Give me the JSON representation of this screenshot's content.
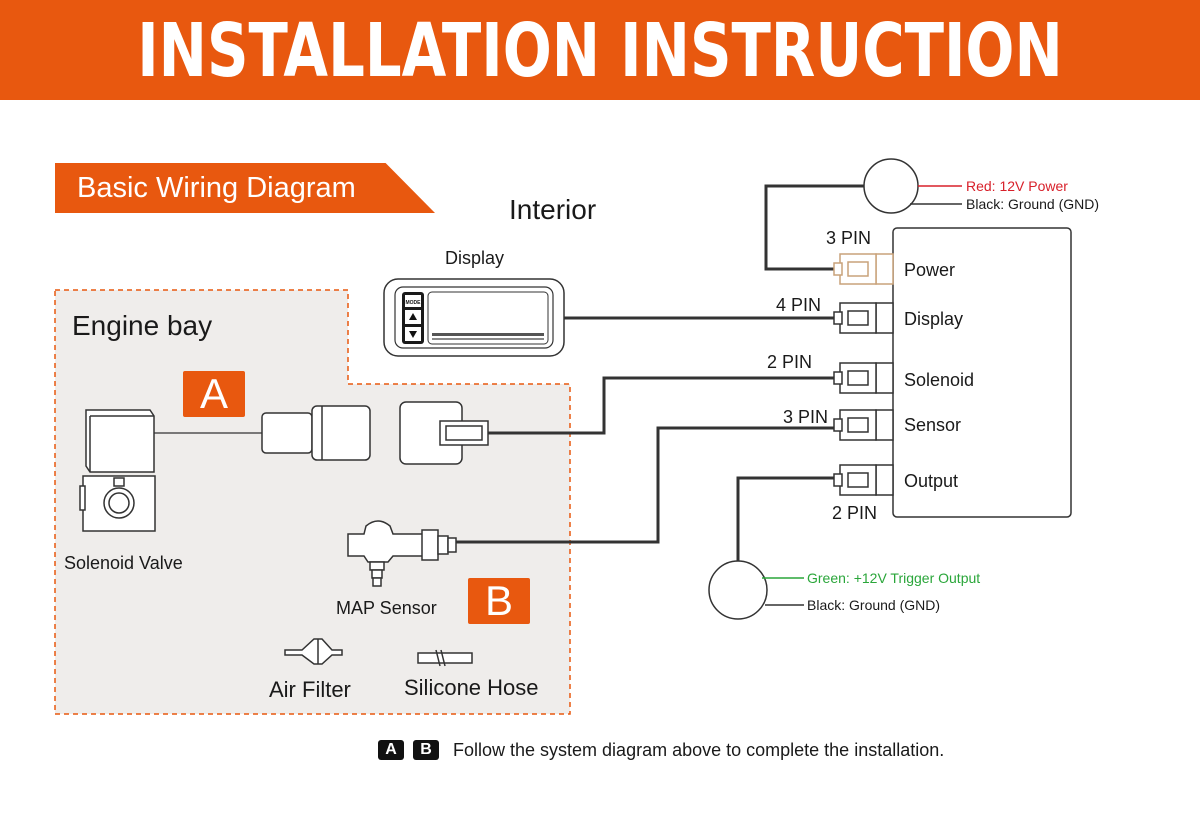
{
  "header": {
    "title": "INSTALLATION INSTRUCTION"
  },
  "section": {
    "title": "Basic Wiring Diagram"
  },
  "areas": {
    "interior": "Interior",
    "engine_bay": "Engine bay"
  },
  "components": {
    "display": "Display",
    "solenoid_valve": "Solenoid Valve",
    "map_sensor": "MAP Sensor",
    "air_filter": "Air Filter",
    "silicone_hose": "Silicone Hose"
  },
  "badges": {
    "a": "A",
    "b": "B"
  },
  "controller": {
    "ports": [
      {
        "label": "Power",
        "pins": "3 PIN"
      },
      {
        "label": "Display",
        "pins": "4 PIN"
      },
      {
        "label": "Solenoid",
        "pins": "2 PIN"
      },
      {
        "label": "Sensor",
        "pins": "3 PIN"
      },
      {
        "label": "Output",
        "pins": "2 PIN"
      }
    ]
  },
  "power_wires": {
    "red": "Red: 12V Power",
    "black": "Black: Ground (GND)"
  },
  "output_wires": {
    "green": "Green: +12V Trigger Output",
    "black": "Black: Ground (GND)"
  },
  "display_device": {
    "mode_button": "MODE"
  },
  "footer": {
    "badge_a": "A",
    "badge_b": "B",
    "text": "Follow the system diagram above to complete the installation."
  },
  "colors": {
    "accent": "#e8580f",
    "red_wire": "#d8202a",
    "green_wire": "#2aa63a",
    "wire": "#333333",
    "panel": "#efedeb",
    "power_connector": "#c9a27a"
  }
}
